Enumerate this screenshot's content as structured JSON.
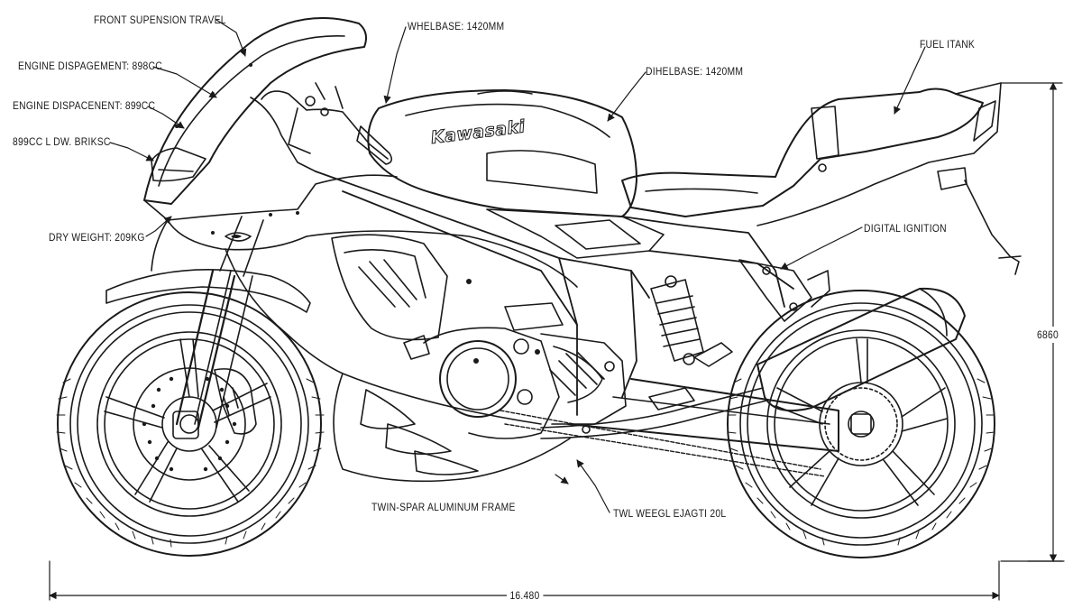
{
  "brand": "Kawasaki",
  "callouts": {
    "front_suspension": "FRONT SUPENSION TRAVEL",
    "engine_disp_1": "ENGINE DISPAGEMENT: 898CC",
    "engine_disp_2": "ENGINE DISPACENENT: 899CC",
    "brakes": "899CC L DW. BRIKSC",
    "dry_weight": "DRY WEIGHT: 209KG",
    "wheelbase": "WHELBASE: 1420MM",
    "dihelbase": "DIHELBASE: 1420MM",
    "fuel_tank": "FUEL ITANK",
    "digital_ignition": "DIGITAL IGNITION",
    "frame": "TWIN-SPAR ALUMINUM FRAME",
    "twl_weight": "TWL WEEGL EJAGTI 20L"
  },
  "dimensions": {
    "overall_length": "16.480",
    "overall_height": "6860"
  },
  "colors": {
    "line": "#1a1a1a",
    "background": "#ffffff"
  }
}
